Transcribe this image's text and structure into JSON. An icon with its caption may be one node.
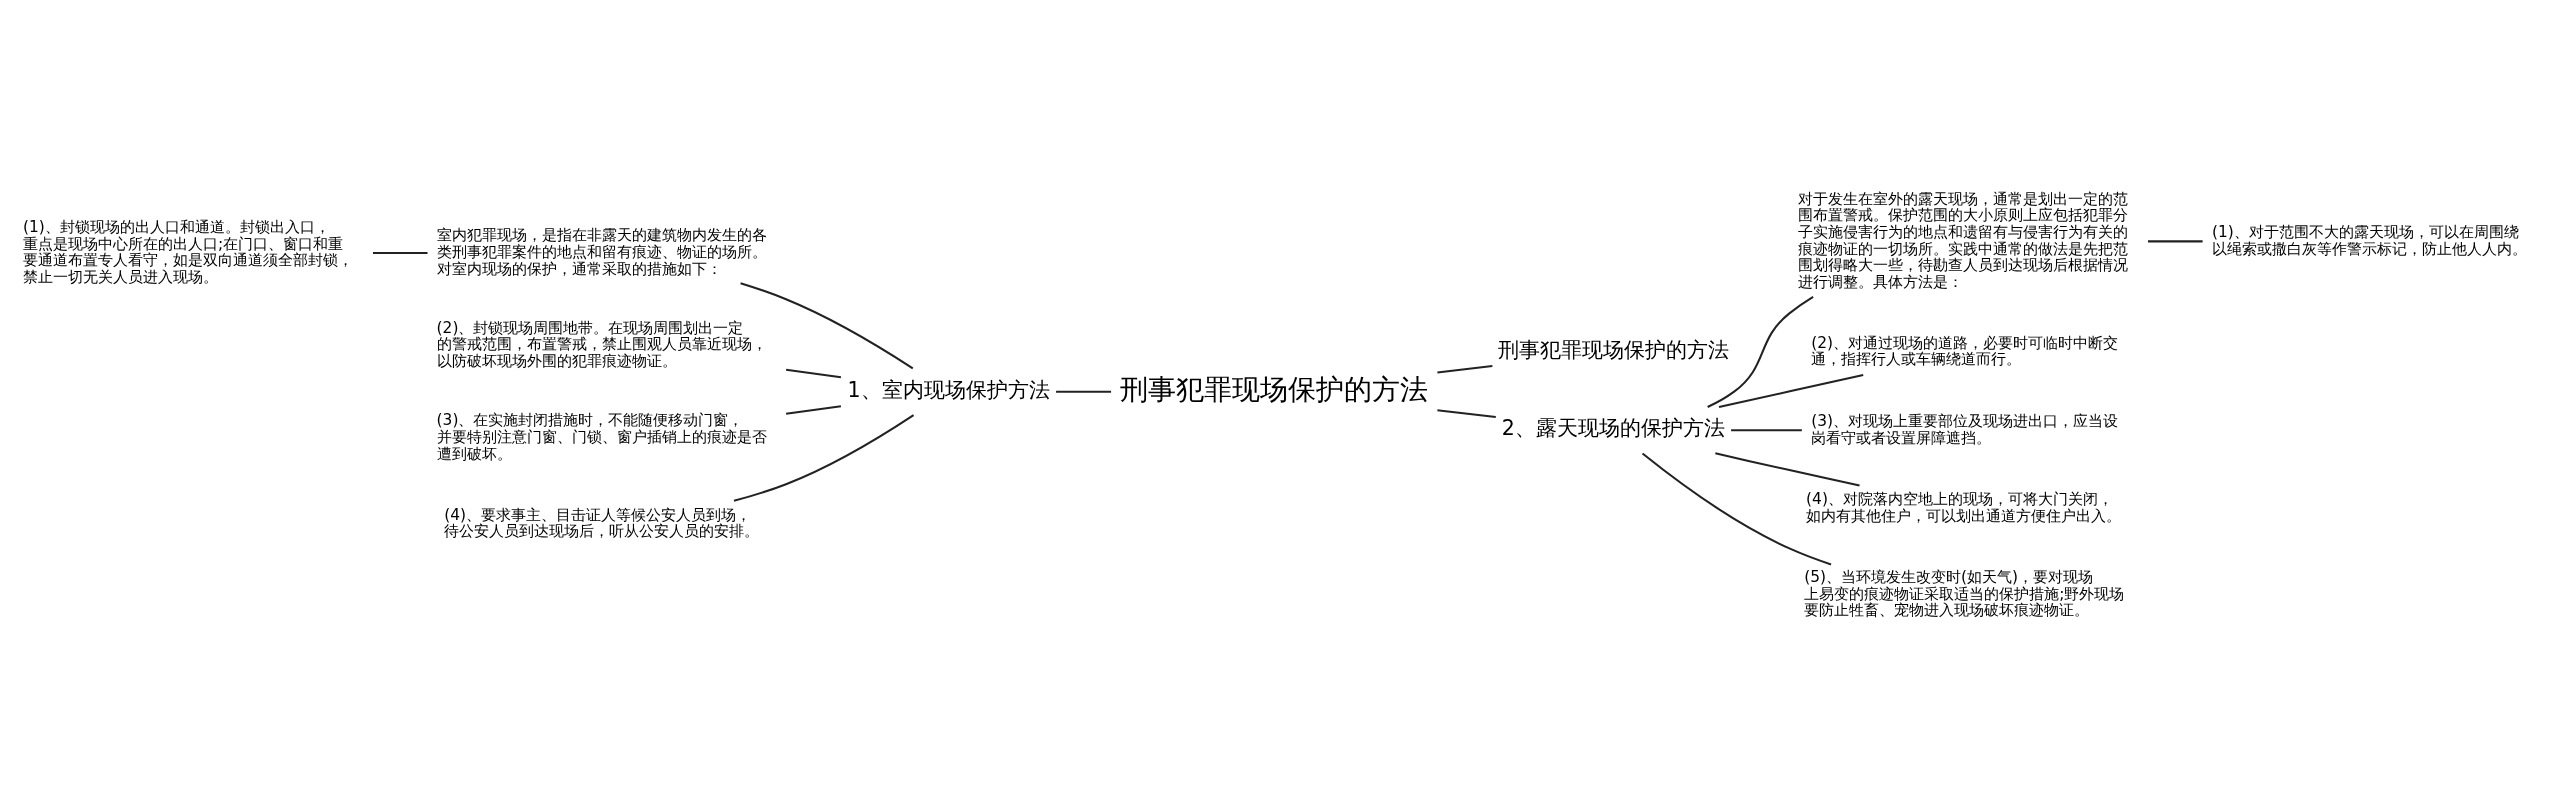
{
  "diagram": {
    "nodes": [
      {
        "text": [
          "刑事犯罪现场保护的方法"
        ]
      },
      {
        "text": [
          "刑事犯罪现场保护的方法"
        ]
      },
      {
        "text": [
          "2、露天现场的保护方法"
        ]
      },
      {
        "text": [
          "1、室内现场保护方法"
        ]
      },
      {
        "text": [
          "室内犯罪现场，是指在非露天的建筑物内发生的各类刑事犯罪案件的地点和留有痕迹、物证的场所。对室内现场的保护，通常采取的措施如下："
        ]
      },
      {
        "text": [
          "(2)、封锁现场周围地带。在现场周围划出一定的警戒范围，布置警戒，禁止围观人员靠近现场，以防破坏现场外围的犯罪痕迹物证。"
        ]
      },
      {
        "text": [
          "(3)、在实施封闭措施时，不能随便移动门窗，并要特别注意门窗、门锁、窗户插销上的痕迹是否遭到破坏。"
        ]
      },
      {
        "text": [
          "(4)、要求事主、目击证人等候公安人员到场，待公安人员到达现场后，听从公安人员的安排。"
        ]
      },
      {
        "text": [
          "(1)、封锁现场的出人口和通道。封锁出入口，重点是现场中心所在的出人口;在门口、窗口和重要通道布置专人看守，如是双向通道须全部封锁，禁止一切无关人员进入现场。"
        ]
      },
      {
        "text": [
          "对于发生在室外的露天现场，通常是划出一定的范围布置警戒。保护范围的大小原则上应包括犯罪分子实施侵害行为的地点和遗留有与侵害行为有关的痕迹物证的一切场所。实践中通常的做法是先把范围划得略大一些，待勘查人员到达现场后根据情况进行调整。具体方法是："
        ]
      },
      {
        "text": [
          "(2)、对通过现场的道路，必要时可临时中断交通，指挥行人或车辆绕道而行。"
        ]
      },
      {
        "text": [
          "(3)、对现场上重要部位及现场进出口，应当设岗看守或者设置屏障遮挡。"
        ]
      },
      {
        "text": [
          "(4)、对院落内空地上的现场，可将大门关闭，如内有其他住户，可以划出通道方便住户出入。"
        ]
      },
      {
        "text": [
          "(5)、当环境发生改变时(如天气)，要对现场上易变的痕迹物证采取适当的保护措施;野外现场要防止牲畜、宠物进入现场破坏痕迹物证。"
        ]
      },
      {
        "text": [
          "(1)、对于范围不大的露天现场，可以在周围绕以绳索或撒白灰等作警示标记，防止他人人内。"
        ]
      }
    ],
    "edges": [
      {
        "from": 0,
        "to": 1,
        "arrow": "none"
      },
      {
        "from": 0,
        "to": 2,
        "arrow": "none"
      },
      {
        "from": 0,
        "to": 3,
        "arrow": "none"
      },
      {
        "from": 3,
        "to": 4,
        "arrow": "none"
      },
      {
        "from": 3,
        "to": 5,
        "arrow": "none"
      },
      {
        "from": 3,
        "to": 6,
        "arrow": "none"
      },
      {
        "from": 3,
        "to": 7,
        "arrow": "none"
      },
      {
        "from": 4,
        "to": 8,
        "arrow": "none"
      },
      {
        "from": 2,
        "to": 9,
        "arrow": "none"
      },
      {
        "from": 2,
        "to": 10,
        "arrow": "none"
      },
      {
        "from": 2,
        "to": 11,
        "arrow": "none"
      },
      {
        "from": 2,
        "to": 12,
        "arrow": "none"
      },
      {
        "from": 2,
        "to": 13,
        "arrow": "none"
      },
      {
        "from": 9,
        "to": 14,
        "arrow": "none"
      }
    ]
  }
}
